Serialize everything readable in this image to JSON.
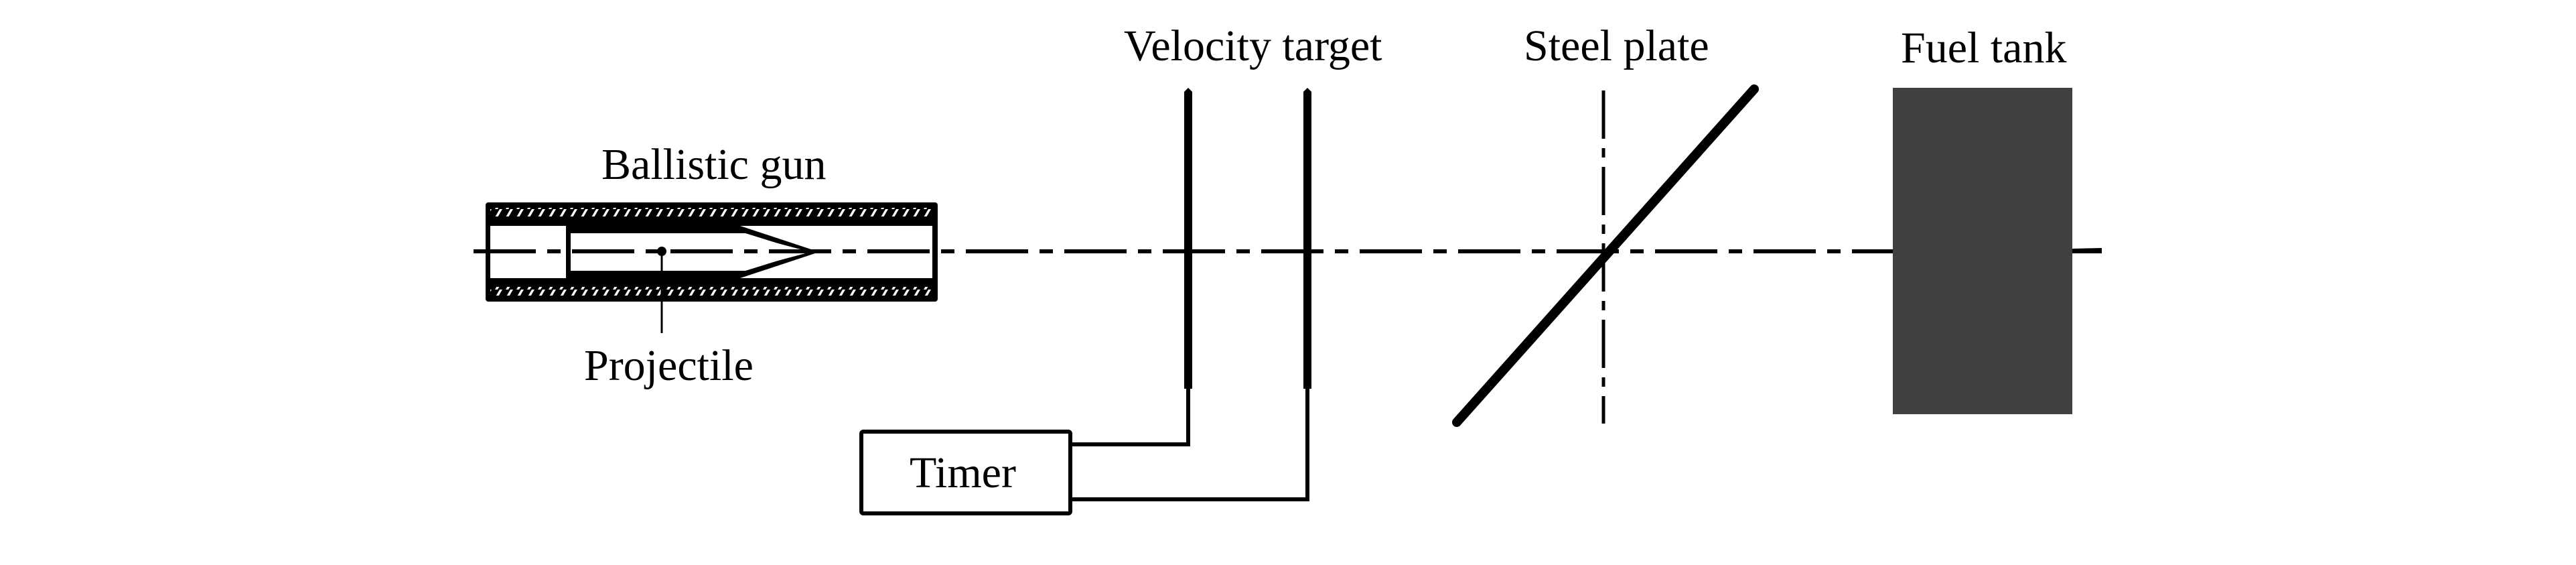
{
  "diagram": {
    "type": "experimental-setup-schematic",
    "labels": {
      "ballistic_gun": "Ballistic gun",
      "projectile": "Projectile",
      "velocity_target": "Velocity target",
      "timer": "Timer",
      "steel_plate": "Steel plate",
      "fuel_tank": "Fuel tank"
    },
    "components": [
      {
        "id": "ballistic-gun",
        "label": "Ballistic gun"
      },
      {
        "id": "projectile",
        "label": "Projectile"
      },
      {
        "id": "velocity-target",
        "label": "Velocity target",
        "count": 2
      },
      {
        "id": "timer",
        "label": "Timer"
      },
      {
        "id": "steel-plate",
        "label": "Steel plate",
        "orientation": "inclined"
      },
      {
        "id": "fuel-tank",
        "label": "Fuel tank"
      }
    ],
    "connections": [
      {
        "from": "velocity-target-1",
        "to": "timer"
      },
      {
        "from": "velocity-target-2",
        "to": "timer"
      }
    ],
    "colors": {
      "line": "#000000",
      "fuel_tank_fill": "#404040",
      "background": "#ffffff"
    }
  }
}
